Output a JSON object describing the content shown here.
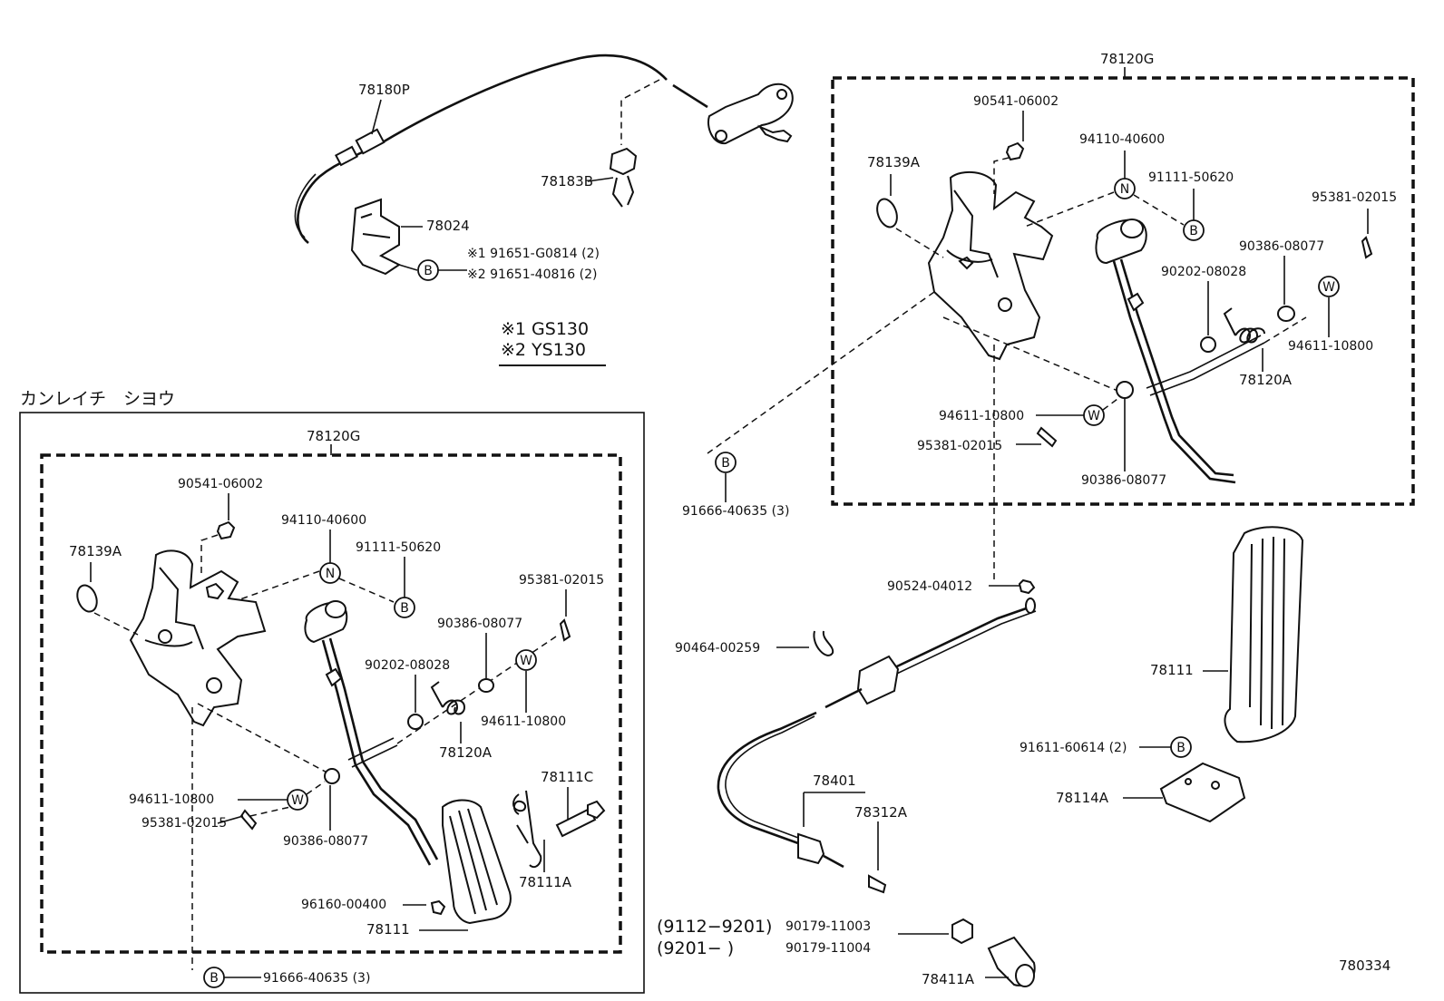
{
  "diagram": {
    "diagram_id": "780334",
    "variant_note": {
      "line1": "※1 GS130",
      "line2": "※2 YS130"
    },
    "cold_region_label": "カンレイチ　シヨウ",
    "cold_region_assembly": "78120G",
    "main_assembly": "78120G",
    "symbols": {
      "bolt": "B",
      "nut": "N",
      "washer": "W"
    },
    "top_labels": {
      "cable": "78180P",
      "clamp": "78183B",
      "bracket": "78024",
      "bolt1": "※1 91651-G0814 (2)",
      "bolt2": "※2 91651-40816 (2)"
    },
    "right_box": {
      "bolt": "90541-06002",
      "bushing": "78139A",
      "nut": "94110-40600",
      "bolt2": "91111-50620",
      "pin": "95381-02015",
      "bush1": "90386-08077",
      "washer1": "90202-08028",
      "washer2": "94611-10800",
      "spring": "78120A",
      "washer3": "94611-10800",
      "pin2": "95381-02015",
      "bush2": "90386-08077"
    },
    "mid_labels": {
      "bolt_b": "91666-40635 (3)",
      "clip": "90524-04012",
      "clamp": "90464-00259",
      "pedal_pad": "78111",
      "bolt_pad": "91611-60614 (2)",
      "bracket": "78114A",
      "cable": "78401",
      "lockpin": "78312A",
      "range1": "(9112−9201)",
      "range2": "(9201−         )",
      "nut1": "90179-11003",
      "nut2": "90179-11004",
      "stopper": "78411A"
    },
    "left_box": {
      "bolt": "90541-06002",
      "bushing": "78139A",
      "nut": "94110-40600",
      "bolt2": "91111-50620",
      "pin": "95381-02015",
      "bush1": "90386-08077",
      "washer1": "90202-08028",
      "washer2": "94611-10800",
      "spring": "78120A",
      "washer3": "94611-10800",
      "pin2": "95381-02015",
      "bush2": "90386-08077",
      "stopper": "78111C",
      "spring2": "78111A",
      "clip": "96160-00400",
      "pedal_pad": "78111",
      "bolt_b": "91666-40635 (3)"
    }
  }
}
